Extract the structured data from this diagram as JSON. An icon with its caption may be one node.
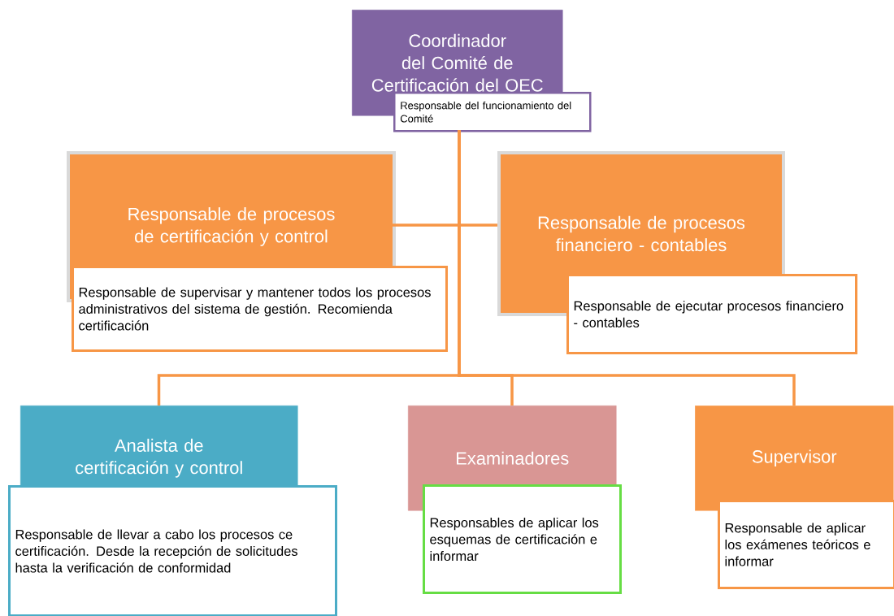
{
  "diagram": {
    "nodes": [
      {
        "text": [
          "Coordinador del Comité de Certificación del OEC"
        ]
      },
      {
        "text": [
          "Responsable del funcionamiento del Comité"
        ]
      },
      {
        "text": [
          "Responsable de procesos de certificación y control"
        ]
      },
      {
        "text": [
          "Responsable de supervisar y mantener todos los procesos administrativos del sistema de gestión. Recomienda certificación"
        ]
      },
      {
        "text": [
          "Responsable de procesos financiero - contables"
        ]
      },
      {
        "text": [
          "Responsable de ejecutar procesos financiero - contables"
        ]
      },
      {
        "text": [
          "Analista de certificación y control"
        ]
      },
      {
        "text": [
          "Responsable de llevar a cabo los procesos ce certificación. Desde la recepción de solicitudes hasta la verificación de conformidad"
        ]
      },
      {
        "text": [
          "Examinadores"
        ]
      },
      {
        "text": [
          "Responsables de aplicar los esquemas de certificación e informar"
        ]
      },
      {
        "text": [
          "Supervisor"
        ]
      },
      {
        "text": [
          "Responsable de aplicar los exámenes teóricos e informar"
        ]
      }
    ],
    "edges": [
      {
        "from": 1,
        "to": 2,
        "arrow": "none"
      },
      {
        "from": 1,
        "to": 4,
        "arrow": "none"
      },
      {
        "from": 1,
        "to": 6,
        "arrow": "none"
      },
      {
        "from": 1,
        "to": 8,
        "arrow": "none"
      },
      {
        "from": 1,
        "to": 10,
        "arrow": "none"
      }
    ]
  }
}
